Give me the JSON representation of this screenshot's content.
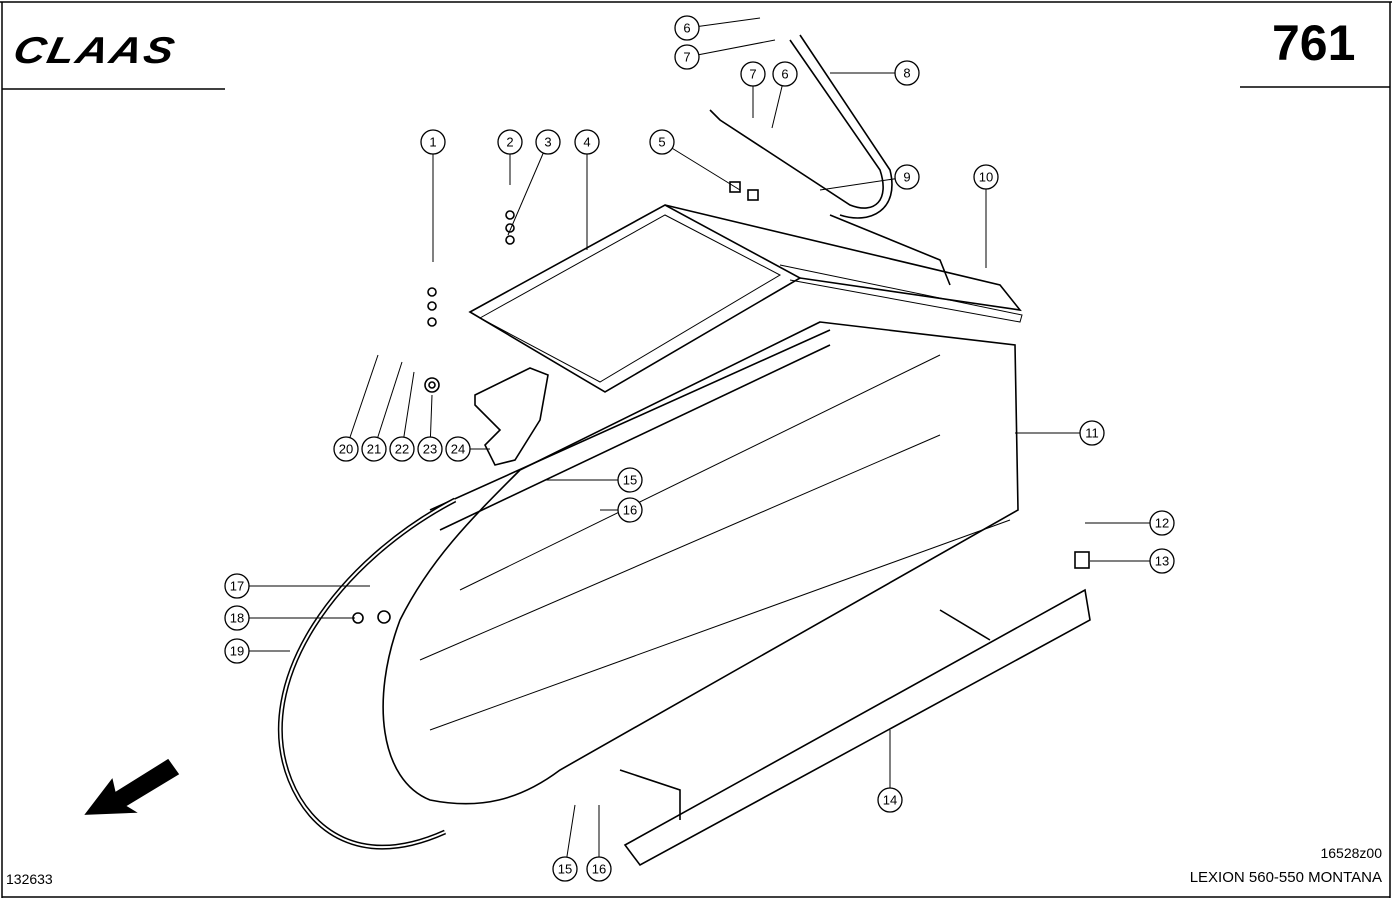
{
  "header": {
    "brand": "CLAAS",
    "page_number": "761"
  },
  "footer": {
    "drawing_id": "132633",
    "reference": "16528z00",
    "model": "LEXION 560-550 MONTANA"
  },
  "callouts": [
    "6",
    "7",
    "8",
    "7",
    "6",
    "1",
    "2",
    "3",
    "4",
    "5",
    "9",
    "10",
    "11",
    "12",
    "13",
    "14",
    "15",
    "16",
    "17",
    "18",
    "19",
    "20",
    "21",
    "22",
    "23",
    "24",
    "15",
    "16"
  ]
}
